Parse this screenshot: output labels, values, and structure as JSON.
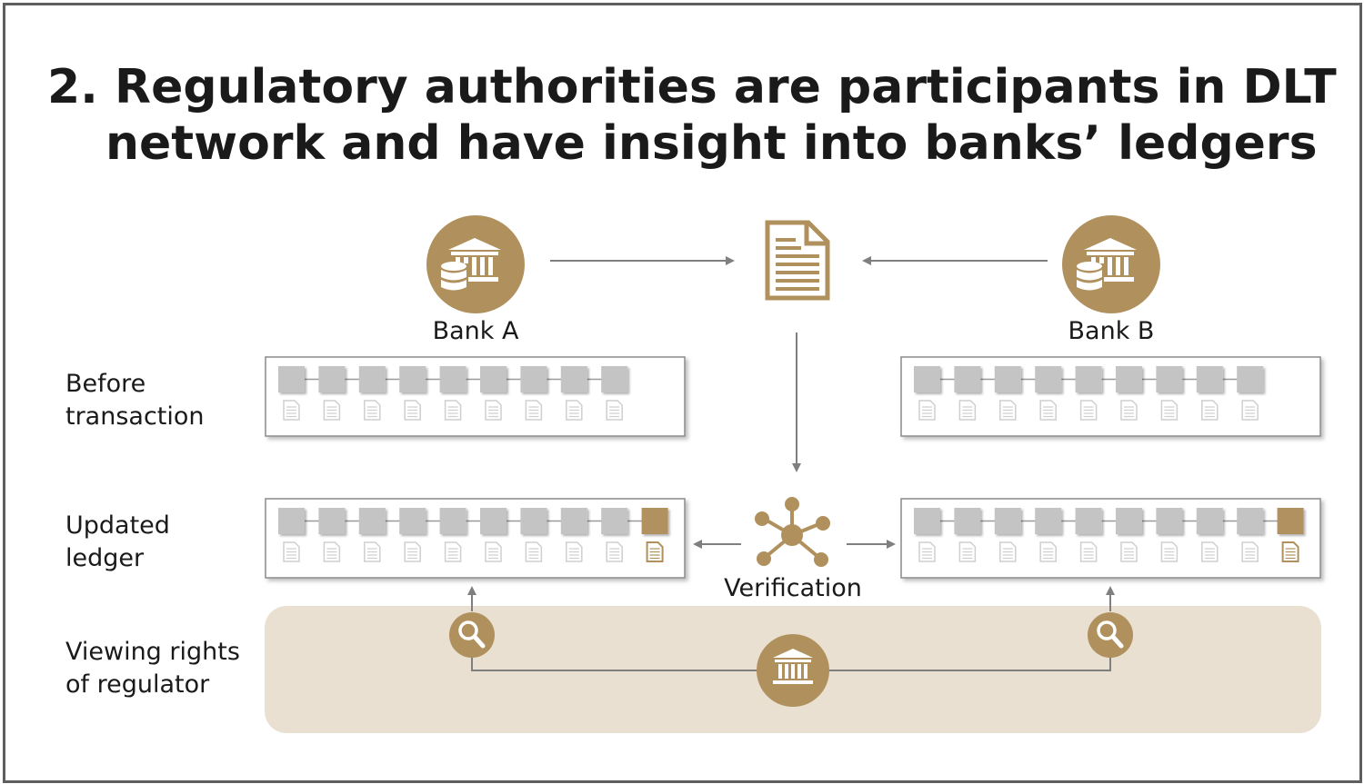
{
  "title": {
    "line1": "2. Regulatory authorities are participants in DLT",
    "line2": "network and have insight into banks’ ledgers"
  },
  "banks": {
    "a_label": "Bank A",
    "b_label": "Bank B",
    "icon": "bank-building-with-database-icon"
  },
  "rows": {
    "before": {
      "line1": "Before",
      "line2": "transaction"
    },
    "updated": {
      "line1": "Updated",
      "line2": "ledger"
    },
    "viewing": {
      "line1": "Viewing rights",
      "line2": "of regulator"
    }
  },
  "verification_label": "Verification",
  "ledger": {
    "blocks_before": 9,
    "blocks_updated": 10
  },
  "icons": {
    "document": "document-icon",
    "verification": "network-nodes-icon",
    "magnifier": "magnifier-icon",
    "regulator": "regulator-building-icon"
  },
  "colors": {
    "gold": "#b0915e",
    "gold_dark": "#9a7b48",
    "block_gray": "#c4c4c4",
    "band": "#e9e0d1",
    "arrow": "#7f7f7f",
    "frame": "#5e5e5e"
  }
}
